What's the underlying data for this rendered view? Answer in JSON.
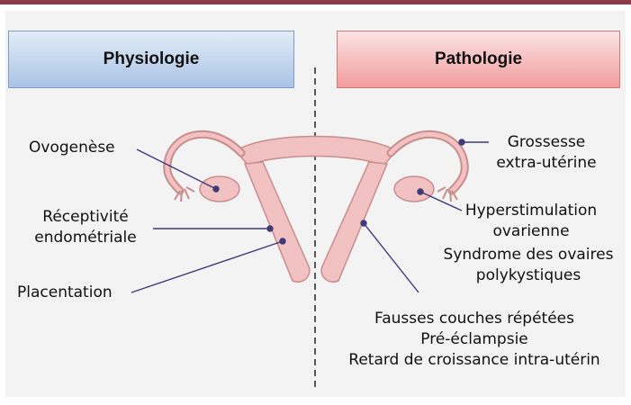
{
  "headers": {
    "physiology": "Physiologie",
    "pathology": "Pathologie"
  },
  "labels": {
    "ovogenese": "Ovogenèse",
    "receptivite_line1": "Réceptivité",
    "receptivite_line2": "endométriale",
    "placentation": "Placentation",
    "grossesse_line1": "Grossesse",
    "grossesse_line2": "extra-utérine",
    "hyperstim_line1": "Hyperstimulation",
    "hyperstim_line2": "ovarienne",
    "sopk_line1": "Syndrome des ovaires",
    "sopk_line2": "polykystiques",
    "fausses_couches": "Fausses couches répétées",
    "pre_eclampsie": "Pré-éclampsie",
    "retard_croissance": "Retard de croissance intra-utérin"
  },
  "colors": {
    "top_bar": "#8b3a46",
    "organ_fill": "#f2c2c2",
    "organ_stroke": "#c98c8c",
    "leader_line": "#3f3a78",
    "divider": "#333333"
  }
}
